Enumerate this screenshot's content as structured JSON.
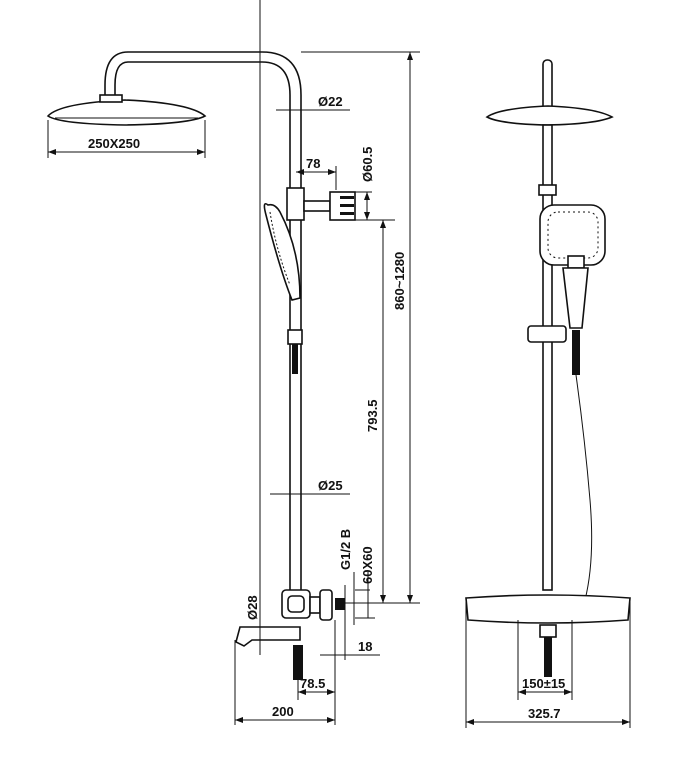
{
  "labels": {
    "head_size": "250X250",
    "pipe_top_dia": "Ø22",
    "bracket_offset": "78",
    "holder_dia": "Ø60.5",
    "height_range": "860~1280",
    "lower_height": "793.5",
    "pipe_dia": "Ø25",
    "thread": "G1/2 B",
    "flange_size": "60X60",
    "spout_dia": "Ø28",
    "wall_offset": "18",
    "valve_offset": "78.5",
    "spout_length": "200",
    "center_distance": "150±15",
    "shelf_width": "325.7"
  }
}
